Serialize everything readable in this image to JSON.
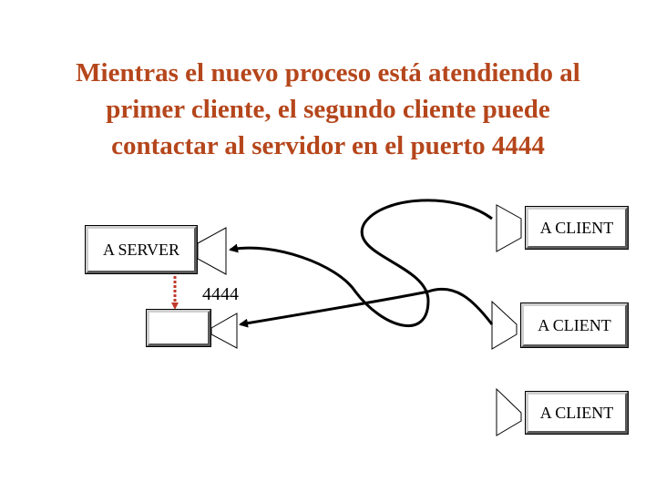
{
  "title": {
    "line1": "Mientras el nuevo proceso está atendiendo al",
    "line2": "primer cliente, el segundo cliente puede",
    "line3": "contactar al servidor en el puerto 4444"
  },
  "server": {
    "label": "A SERVER"
  },
  "port": {
    "label": "4444"
  },
  "clients": [
    {
      "label": "A CLIENT"
    },
    {
      "label": "A CLIENT"
    },
    {
      "label": "A CLIENT"
    }
  ],
  "colors": {
    "title": "#b5461b",
    "connector": "#c0392b",
    "line": "#000000"
  }
}
